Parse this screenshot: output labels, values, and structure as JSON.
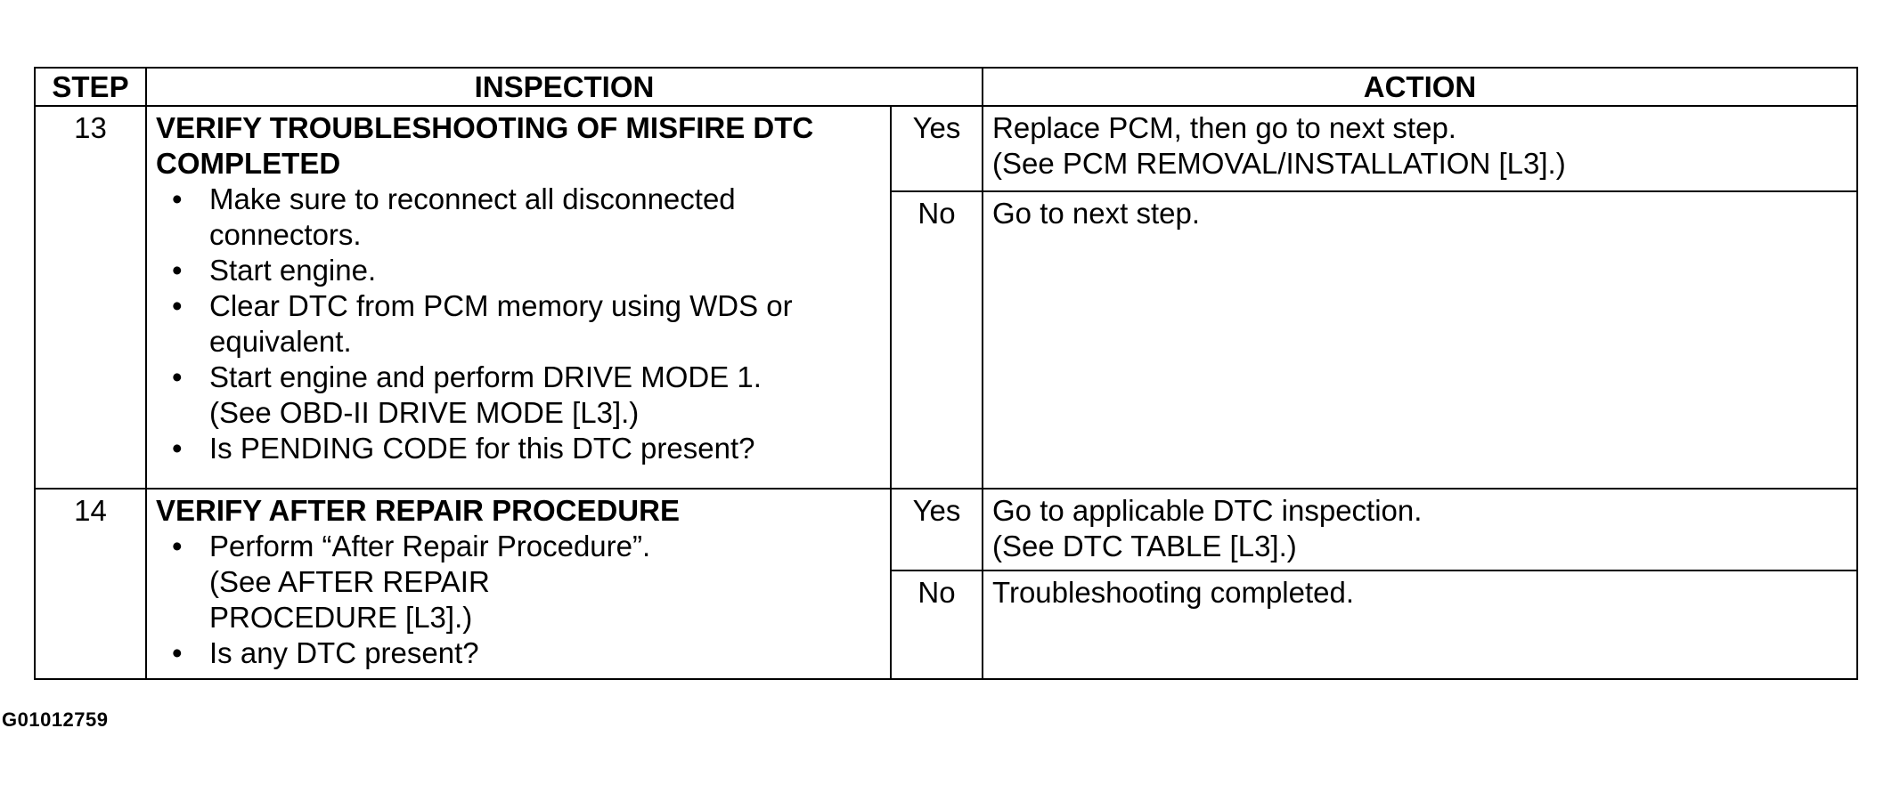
{
  "table": {
    "headers": {
      "step": "STEP",
      "inspection": "INSPECTION",
      "action": "ACTION"
    },
    "rows": [
      {
        "step": "13",
        "title": "VERIFY TROUBLESHOOTING OF MISFIRE DTC COMPLETED",
        "bullets": [
          "Make sure to reconnect all disconnected connectors.",
          "Start engine.",
          "Clear DTC from PCM memory using WDS or equivalent.",
          "Start engine and perform DRIVE MODE 1.",
          "Is PENDING CODE for this DTC present?"
        ],
        "bullet_note": "(See OBD-II DRIVE MODE [L3].)",
        "yes_label": "Yes",
        "yes_action": "Replace PCM, then go to next step.",
        "yes_action_note": "(See PCM REMOVAL/INSTALLATION [L3].)",
        "no_label": "No",
        "no_action": "Go to next step."
      },
      {
        "step": "14",
        "title": "VERIFY AFTER REPAIR PROCEDURE",
        "bullets": [
          "Perform “After Repair Procedure”.",
          "Is any DTC present?"
        ],
        "bullet_note": "(See AFTER REPAIR PROCEDURE [L3].)",
        "yes_label": "Yes",
        "yes_action": "Go to applicable DTC inspection.",
        "yes_action_note": "(See DTC TABLE [L3].)",
        "no_label": "No",
        "no_action": "Troubleshooting completed."
      }
    ]
  },
  "figure_code": "G01012759"
}
